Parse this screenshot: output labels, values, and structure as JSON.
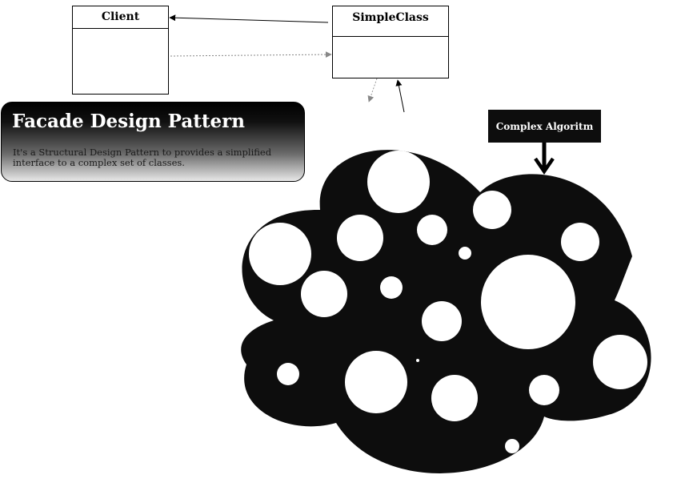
{
  "client": {
    "title": "Client"
  },
  "simple_class": {
    "title": "SimpleClass"
  },
  "facade": {
    "title": "Facade Design Pattern",
    "description": "It's a Structural Design Pattern to provides a simplified interface to a complex set of classes."
  },
  "complex": {
    "label": "Complex Algoritm"
  },
  "colors": {
    "cloud": "#0d0d0d",
    "holes": "#ffffff",
    "line_solid": "#000000",
    "line_dotted": "#888888"
  }
}
